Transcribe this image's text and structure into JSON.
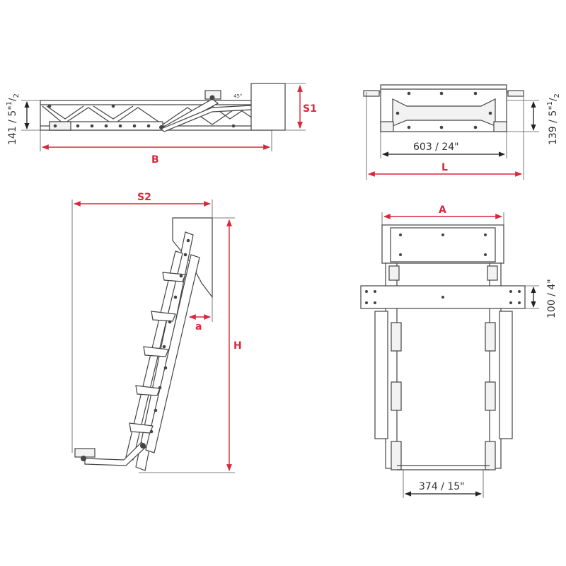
{
  "labels": {
    "B": "B",
    "S1": "S1",
    "L": "L",
    "S2": "S2",
    "A": "A",
    "H": "H",
    "a": "a"
  },
  "dimensions": {
    "height_left": "141 / 5\"",
    "height_left_frac_num": "1",
    "height_left_frac_den": "2",
    "height_right": "139 / 5\"",
    "height_right_frac_num": "1",
    "height_right_frac_den": "2",
    "width_inner": "603 / 24\"",
    "step_depth": "100 / 4\"",
    "bottom_width": "374 / 15\""
  },
  "colors": {
    "accent": "#d9273a",
    "line": "#444444"
  }
}
